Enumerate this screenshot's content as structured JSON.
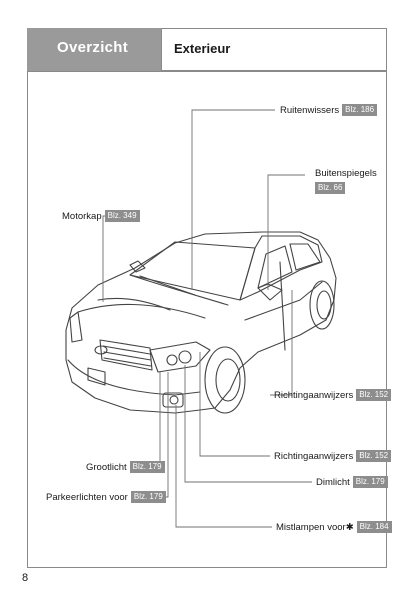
{
  "header": {
    "section": "Overzicht",
    "title": "Exterieur"
  },
  "callouts": {
    "ruitenwissers": {
      "label": "Ruitenwissers",
      "ref": "Blz. 186"
    },
    "buitenspiegels": {
      "label": "Buitenspiegels",
      "ref": "Blz. 66"
    },
    "motorkap": {
      "label": "Motorkap",
      "ref": "Blz. 349"
    },
    "richting1": {
      "label": "Richtingaanwijzers",
      "ref": "Blz. 152"
    },
    "richting2": {
      "label": "Richtingaanwijzers",
      "ref": "Blz. 152"
    },
    "grootlicht": {
      "label": "Grootlicht",
      "ref": "Blz. 179"
    },
    "dimlicht": {
      "label": "Dimlicht",
      "ref": "Blz. 179"
    },
    "parkeerlichten": {
      "label": "Parkeerlichten voor",
      "ref": "Blz. 179"
    },
    "mistlampen": {
      "label": "Mistlampen voor✱",
      "ref": "Blz. 184"
    }
  },
  "page_number": "8"
}
